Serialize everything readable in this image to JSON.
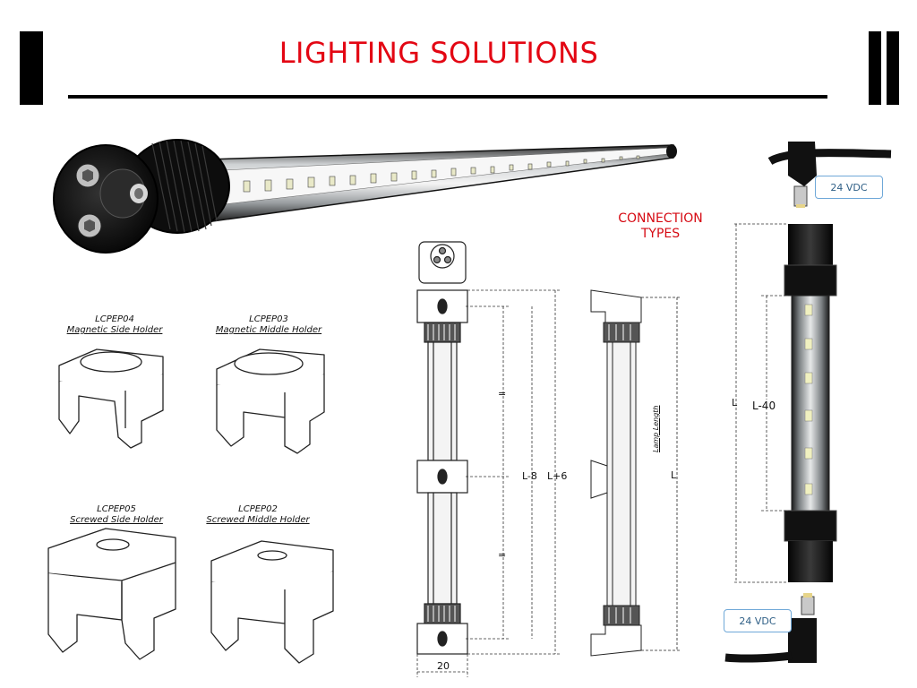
{
  "title": "LIGHTING SOLUTIONS",
  "holders": [
    {
      "code": "LCPEP04",
      "name": "Magnetic Side Holder"
    },
    {
      "code": "LCPEP03",
      "name": "Magnetic Middle Holder"
    },
    {
      "code": "LCPEP05",
      "name": "Screwed Side Holder"
    },
    {
      "code": "LCPEP02",
      "name": "Screwed Middle Holder"
    }
  ],
  "connection": {
    "line1": "CONNECTION",
    "line2": "TYPES"
  },
  "voltage_top": "24 VDC",
  "voltage_bottom": "24 VDC",
  "dimensions": {
    "l_minus_8": "L-8",
    "l_plus_6": "L+6",
    "width": "20",
    "lamp_length_label": "Lamp Length",
    "l": "L",
    "l_right": "L",
    "l_minus_40": "L-40",
    "equal_mark": "="
  },
  "colors": {
    "title": "#e30613",
    "connection": "#d60b14",
    "vdc_border": "#6fa8d8"
  }
}
